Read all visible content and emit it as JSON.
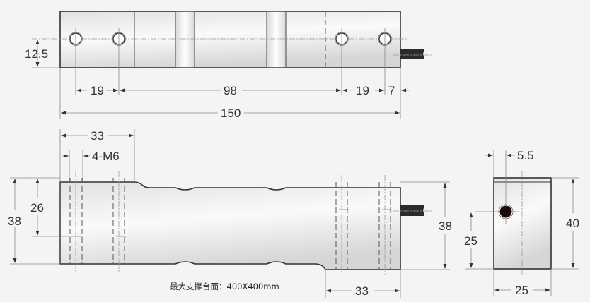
{
  "title": "Single point load cell dimensional drawing",
  "colors": {
    "background": "#f4f4f4",
    "outline": "#333333",
    "cable": "#2a2a2a",
    "dim_line": "#888888",
    "text": "#333333"
  },
  "top_view": {
    "dims": {
      "edge_to_hole": "12.5",
      "hole_spacing_left": "19",
      "hole_gap": "98",
      "hole_spacing_right": "19",
      "hole_to_end": "7",
      "total_length": "150"
    }
  },
  "side_view": {
    "dims": {
      "mount_length_left": "33",
      "thread_spec": "4-M6",
      "height_left": "38",
      "thread_depth": "26",
      "height_right": "38",
      "mount_length_right": "33"
    },
    "note": "最大支撑台面：400X400mm"
  },
  "end_view": {
    "dims": {
      "cable_offset": "5.5",
      "cable_height": "25",
      "height": "40",
      "width": "25"
    }
  }
}
